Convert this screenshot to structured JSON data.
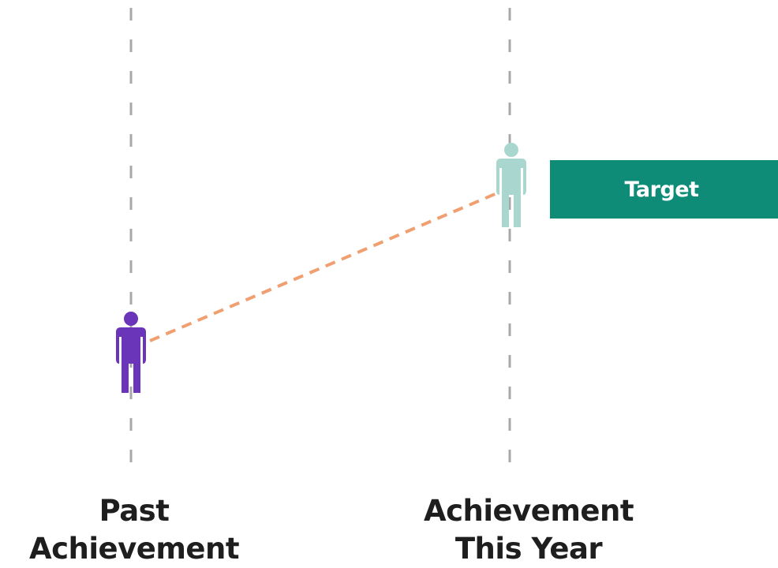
{
  "colors": {
    "past_figure": "#6a35b8",
    "current_figure": "#a9d7cf",
    "target_box": "#0f8c78",
    "progress_line": "#f0a070",
    "guide_lines": "#a8a8a8",
    "label_text": "#1e1e1e"
  },
  "icons": {
    "past": "person-icon",
    "current": "person-icon"
  },
  "target": {
    "label": "Target"
  },
  "columns": [
    {
      "label_line1": "Past",
      "label_line2": "Achievement"
    },
    {
      "label_line1": "Achievement",
      "label_line2": "This Year"
    }
  ]
}
